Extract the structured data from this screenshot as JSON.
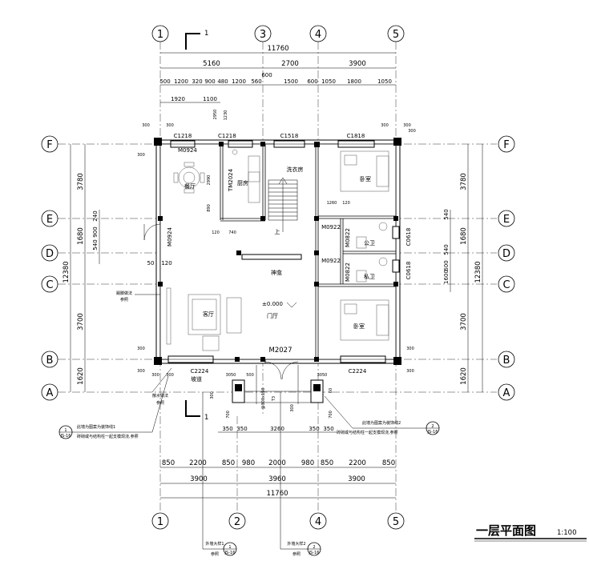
{
  "title": {
    "main": "一层平面图",
    "scale": "1:100"
  },
  "axes": {
    "top": [
      "1",
      "3",
      "4",
      "5"
    ],
    "bottom": [
      "1",
      "2",
      "4",
      "5"
    ],
    "left": [
      "F",
      "E",
      "D",
      "C",
      "B",
      "A"
    ],
    "right": [
      "F",
      "E",
      "D",
      "C",
      "B",
      "A"
    ]
  },
  "dims": {
    "top_total": "11760",
    "top_row1": [
      "5160",
      "2700",
      "3900"
    ],
    "top_600": "600",
    "top_row2": [
      "500",
      "1200",
      "320",
      "900",
      "480",
      "1200",
      "560",
      "1500",
      "600",
      "1050",
      "1800",
      "1050"
    ],
    "top_row3": [
      "1920",
      "1100"
    ],
    "bottom_row1": [
      "850",
      "2200",
      "850",
      "980",
      "2000",
      "980",
      "850",
      "2200",
      "850"
    ],
    "bottom_row2": [
      "3900",
      "3960",
      "3900"
    ],
    "bottom_total": "11760",
    "bottom_350": [
      "350",
      "350",
      "350",
      "350"
    ],
    "bottom_3260": "3260",
    "left_total": "12380",
    "left_segments": [
      "3780",
      "1680",
      "3700",
      "1620"
    ],
    "left_small": [
      "240",
      "540",
      "900"
    ],
    "right_total": "12380",
    "right_segments": [
      "3780",
      "1680",
      "3700",
      "1620"
    ],
    "right_small": [
      "540",
      "600",
      "1600",
      "540"
    ],
    "misc": [
      "300",
      "300",
      "300",
      "300",
      "300",
      "300",
      "300",
      "300",
      "300",
      "300",
      "300",
      "300",
      "3050",
      "2950",
      "2990",
      "890",
      "120",
      "740",
      "1260",
      "120",
      "120",
      "50",
      "3050",
      "3050",
      "500",
      "300",
      "60",
      "700",
      "700",
      "300",
      "1230"
    ]
  },
  "windows": [
    "C1218",
    "C1218",
    "C1518",
    "C1818",
    "C2224",
    "C2224",
    "C0618",
    "C0618"
  ],
  "doors": [
    "M0924",
    "M0924",
    "TM2024",
    "M0922",
    "M0922",
    "M2027",
    "M0822",
    "M0822"
  ],
  "rooms": {
    "dining": "餐厅",
    "kitchen": "厨房",
    "laundry": "洗衣房",
    "bedroom1": "卧室",
    "bedroom2": "卧室",
    "bath_public": "公卫",
    "bath_private": "私卫",
    "hall": "神龛",
    "living": "客厅",
    "entry": "门厅",
    "stair_up": "上",
    "elevation": "±0.000"
  },
  "section_marks": [
    "1",
    "1"
  ],
  "notes": {
    "left1": "踢脚做法",
    "left1b": "参照",
    "left2": "散水做法",
    "left2b": "参照",
    "callout_left": "此墙为图案为装饰线1",
    "callout_left_sub": "砖砌或与结构柱一起支模现浇,参照",
    "callout_right": "此墙为图案为装饰线2",
    "callout_right_sub": "砖砌或与结构柱一起支模现浇,参照",
    "detail_left": "外墙大样1",
    "detail_right": "外墙大样2",
    "ref": "参照",
    "porch": "坡道",
    "porch_dim": "@300x150",
    "porch_mark": "T3"
  },
  "detail_bubbles": [
    {
      "num": "1",
      "sheet": "JS-16"
    },
    {
      "num": "2",
      "sheet": "JS-16"
    },
    {
      "num": "1",
      "sheet": "JS-16"
    },
    {
      "num": "2",
      "sheet": "JS-16"
    }
  ]
}
